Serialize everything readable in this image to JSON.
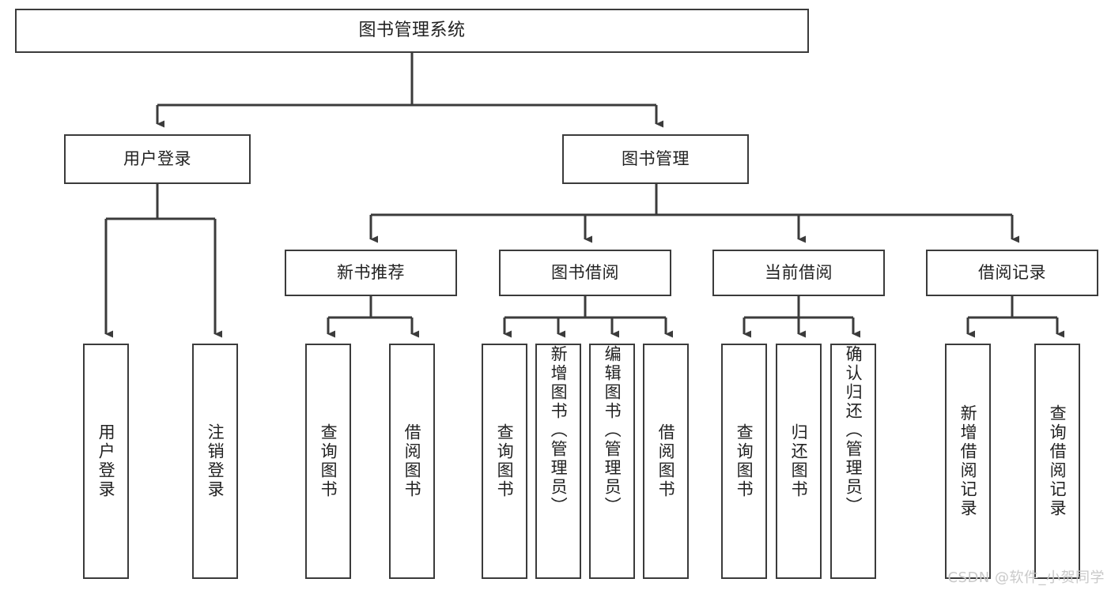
{
  "diagram": {
    "title": "图书管理系统",
    "type": "tree-hierarchy",
    "watermark": "CSDN @软件_小贺同学",
    "colors": {
      "box_border": "#3b3b3b",
      "box_fill": "#ffffff",
      "edge": "#3b3b3b",
      "text": "#222222",
      "watermark": "#c9c9c9",
      "background": "#ffffff"
    },
    "nodes": {
      "root": {
        "label": "图书管理系统"
      },
      "level2": [
        {
          "id": "user-login",
          "label": "用户登录"
        },
        {
          "id": "book-manage",
          "label": "图书管理"
        }
      ],
      "level3": [
        {
          "id": "new-book-recommend",
          "label": "新书推荐"
        },
        {
          "id": "book-borrow",
          "label": "图书借阅"
        },
        {
          "id": "current-borrow",
          "label": "当前借阅"
        },
        {
          "id": "borrow-record",
          "label": "借阅记录"
        }
      ],
      "leaves": {
        "user_login": [
          {
            "id": "leaf-user-login",
            "label": "用户登录"
          },
          {
            "id": "leaf-logout-login",
            "label": "注销登录"
          }
        ],
        "new_book_recommend": [
          {
            "id": "leaf-query-book-1",
            "label": "查询图书"
          },
          {
            "id": "leaf-borrow-book-1",
            "label": "借阅图书"
          }
        ],
        "book_borrow": [
          {
            "id": "leaf-query-book-2",
            "label": "查询图书"
          },
          {
            "id": "leaf-add-book",
            "label": "新增图书（管理员）"
          },
          {
            "id": "leaf-edit-book",
            "label": "编辑图书（管理员）"
          },
          {
            "id": "leaf-borrow-book-2",
            "label": "借阅图书"
          }
        ],
        "current_borrow": [
          {
            "id": "leaf-query-book-3",
            "label": "查询图书"
          },
          {
            "id": "leaf-return-book",
            "label": "归还图书"
          },
          {
            "id": "leaf-confirm-return",
            "label": "确认归还（管理员）"
          }
        ],
        "borrow_record": [
          {
            "id": "leaf-add-borrow-record",
            "label": "新增借阅记录"
          },
          {
            "id": "leaf-query-borrow-record",
            "label": "查询借阅记录"
          }
        ]
      }
    }
  }
}
